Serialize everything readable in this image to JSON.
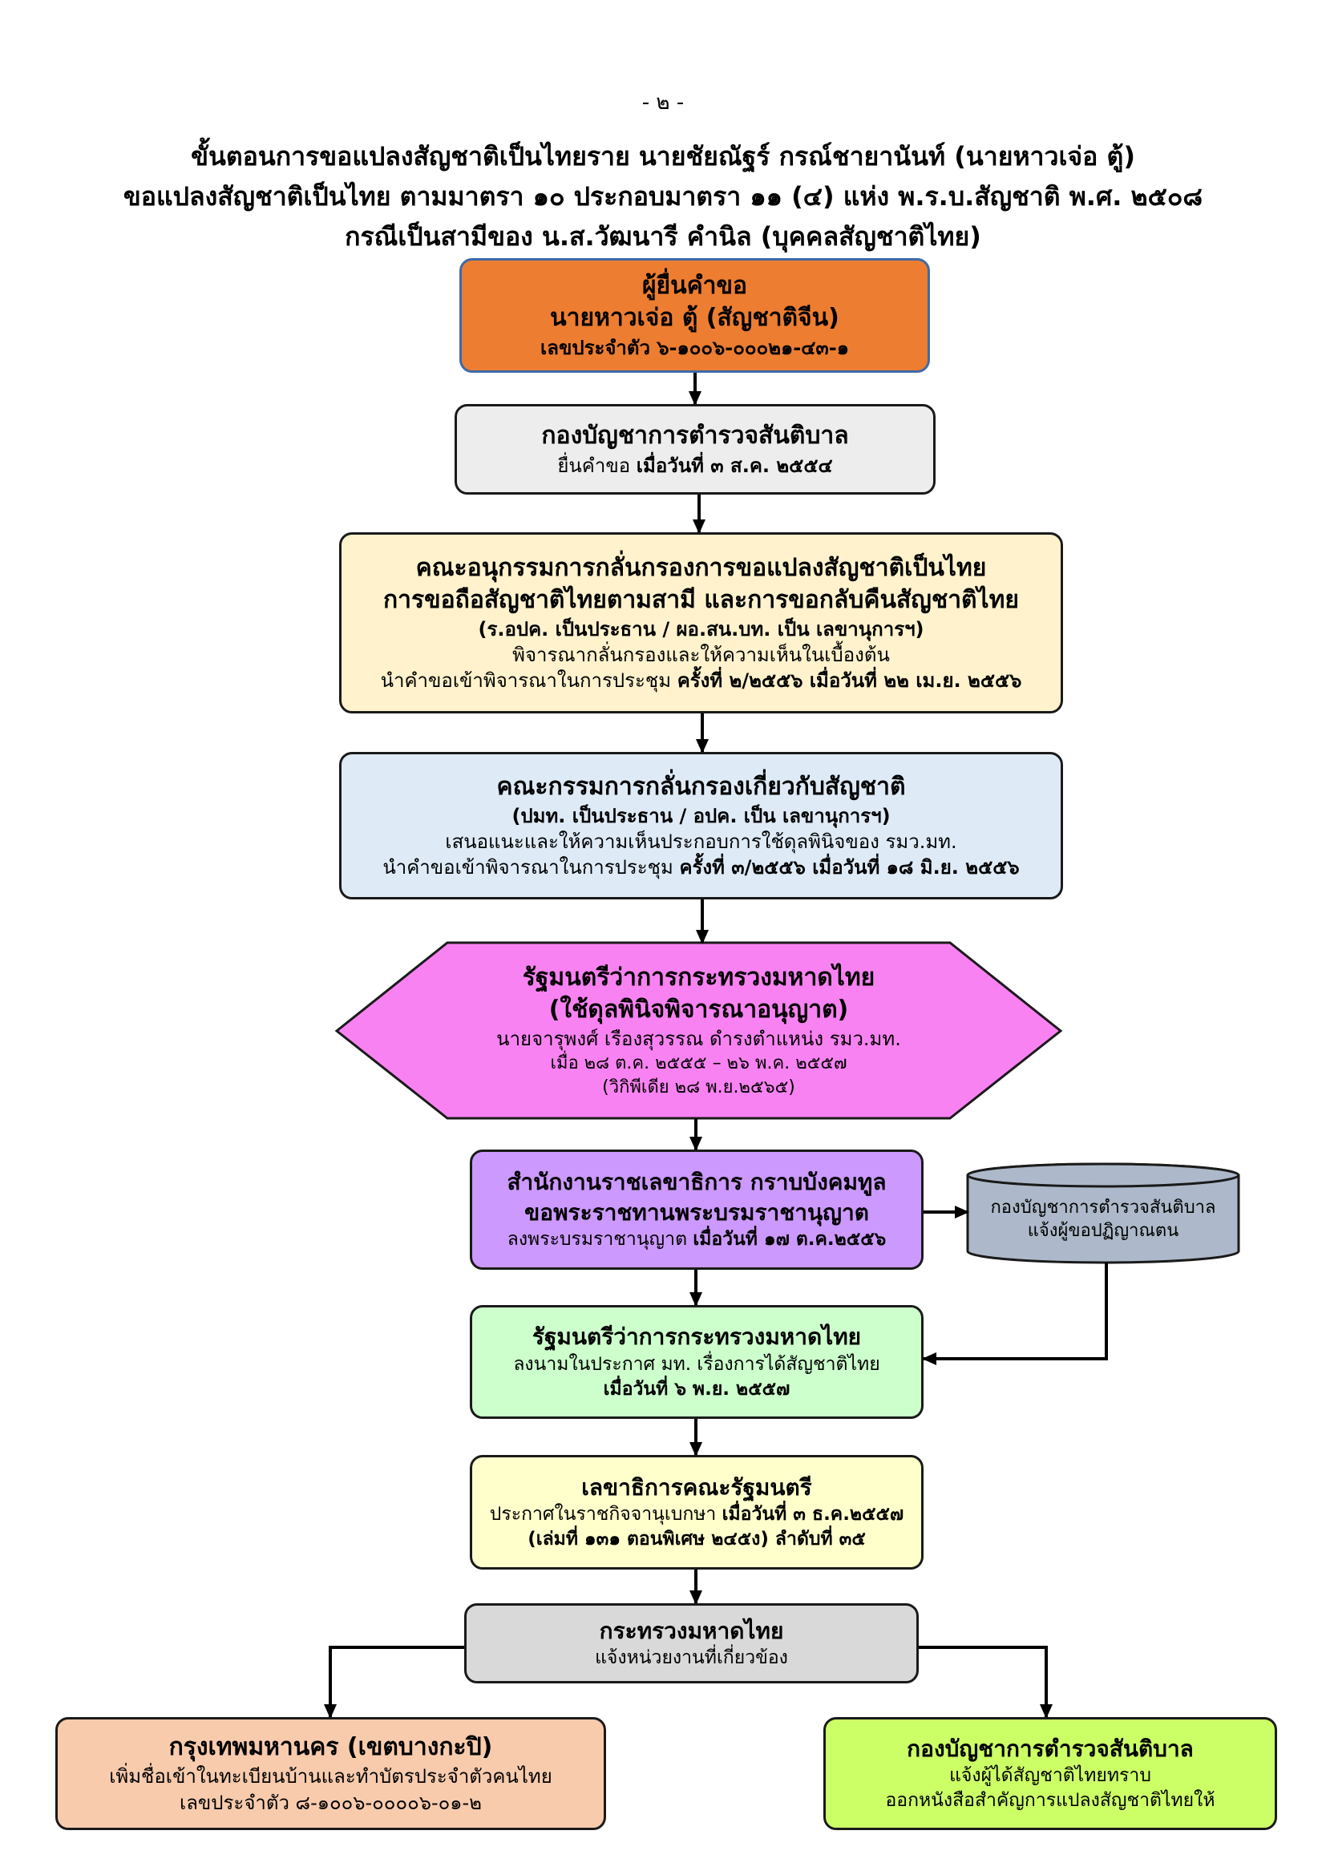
{
  "page_number": "- ๒ -",
  "title": {
    "line1": "ขั้นตอนการขอแปลงสัญชาติเป็นไทยราย นายชัยณัฐร์ กรณ์ชายานันท์ (นายหาวเจ่อ ตู้)",
    "line2": "ขอแปลงสัญชาติเป็นไทย ตามมาตรา ๑๐ ประกอบมาตรา ๑๑ (๔) แห่ง พ.ร.บ.สัญชาติ พ.ศ. ๒๕๐๘",
    "line3": "กรณีเป็นสามีของ น.ส.วัฒนารี คำนิล (บุคคลสัญชาติไทย)"
  },
  "flow": {
    "applicant": {
      "heading": "ผู้ยื่นคำขอ",
      "name": "นายหาวเจ่อ ตู้ (สัญชาติจีน)",
      "id_number": "เลขประจำตัว ๖-๑๐๐๖-๐๐๐๒๑-๔๓-๑"
    },
    "submission": {
      "heading": "กองบัญชาการตำรวจสันติบาล",
      "action": "ยื่นคำขอ",
      "date": "เมื่อวันที่ ๓ ส.ค. ๒๕๕๔"
    },
    "subcommittee": {
      "heading1": "คณะอนุกรรมการกลั่นกรองการขอแปลงสัญชาติเป็นไทย",
      "heading2": "การขอถือสัญชาติไทยตามสามี และการขอกลับคืนสัญชาติไทย",
      "members": "(ร.อปค. เป็นประธาน / ผอ.สน.บท. เป็น เลขานุการฯ)",
      "task": "พิจารณากลั่นกรองและให้ความเห็นในเบื้องต้น",
      "meeting_prefix": "นำคำขอเข้าพิจารณาในการประชุม",
      "meeting": "ครั้งที่ ๒/๒๕๕๖ เมื่อวันที่ ๒๒ เม.ย. ๒๕๕๖"
    },
    "committee": {
      "heading": "คณะกรรมการกลั่นกรองเกี่ยวกับสัญชาติ",
      "members": "(ปมท. เป็นประธาน / อปค. เป็น เลขานุการฯ)",
      "task": "เสนอแนะและให้ความเห็นประกอบการใช้ดุลพินิจของ รมว.มท.",
      "meeting_prefix": "นำคำขอเข้าพิจารณาในการประชุม",
      "meeting": "ครั้งที่ ๓/๒๕๕๖ เมื่อวันที่ ๑๘ มิ.ย. ๒๕๕๖"
    },
    "minister_approval": {
      "heading": "รัฐมนตรีว่าการกระทรวงมหาดไทย",
      "subheading": "(ใช้ดุลพินิจพิจารณาอนุญาต)",
      "minister": "นายจารุพงศ์ เรืองสุวรรณ ดำรงตำแหน่ง รมว.มท.",
      "term": "เมื่อ ๒๘ ต.ค. ๒๕๕๕ – ๒๖ พ.ค. ๒๕๕๗",
      "source": "(วิกิพีเดีย ๒๘ พ.ย.๒๕๖๕)"
    },
    "royal_secretariat": {
      "heading1": "สำนักงานราชเลขาธิการ กราบบังคมทูล",
      "heading2": "ขอพระราชทานพระบรมราชานุญาต",
      "action": "ลงพระบรมราชานุญาต",
      "date": "เมื่อวันที่ ๑๗ ต.ค.๒๕๕๖"
    },
    "oath": {
      "line1": "กองบัญชาการตำรวจสันติบาล",
      "line2": "แจ้งผู้ขอปฏิญาณตน"
    },
    "minister_announcement": {
      "heading": "รัฐมนตรีว่าการกระทรวงมหาดไทย",
      "action": "ลงนามในประกาศ มท. เรื่องการได้สัญชาติไทย",
      "date": "เมื่อวันที่ ๖ พ.ย. ๒๕๕๗"
    },
    "cabinet_secretary": {
      "heading": "เลขาธิการคณะรัฐมนตรี",
      "action": "ประกาศในราชกิจจานุเบกษา",
      "date": "เมื่อวันที่ ๓ ธ.ค.๒๕๕๗",
      "reference": "(เล่มที่ ๑๓๑ ตอนพิเศษ ๒๔๕ง) ลำดับที่ ๓๕"
    },
    "interior_ministry": {
      "heading": "กระทรวงมหาดไทย",
      "action": "แจ้งหน่วยงานที่เกี่ยวข้อง"
    },
    "bangkok": {
      "heading": "กรุงเทพมหานคร (เขตบางกะปิ)",
      "action": "เพิ่มชื่อเข้าในทะเบียนบ้านและทำบัตรประจำตัวคนไทย",
      "id_number": "เลขประจำตัว ๘-๑๐๐๖-๐๐๐๐๖-๐๑-๒"
    },
    "certificate": {
      "heading": "กองบัญชาการตำรวจสันติบาล",
      "action1": "แจ้งผู้ได้สัญชาติไทยทราบ",
      "action2": "ออกหนังสือสำคัญการแปลงสัญชาติไทยให้"
    }
  },
  "colors": {
    "applicant": "#ED7D31",
    "submission": "#EDEDED",
    "subcommittee": "#FFF2CC",
    "committee": "#DEEBF7",
    "minister_approval": "#F982F2",
    "royal_secretariat": "#CC99FF",
    "oath": "#ADB9CA",
    "minister_announcement": "#CCFFCC",
    "cabinet_secretary": "#FFFFCC",
    "interior_ministry": "#D9D9D9",
    "bangkok": "#F8CBAD",
    "certificate": "#CCFF66"
  }
}
